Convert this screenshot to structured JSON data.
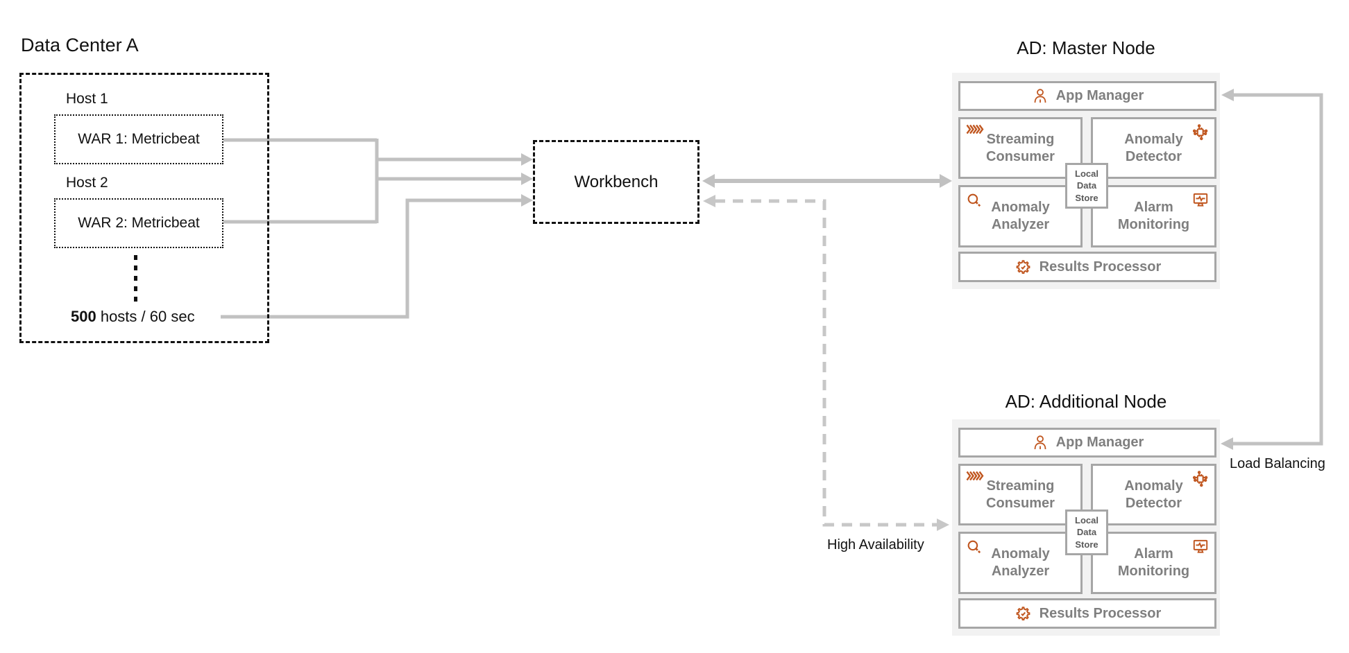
{
  "colors": {
    "background": "#ffffff",
    "line_gray": "#c1c1c1",
    "dashed_line_gray": "#c7c7c7",
    "panel_background": "#f2f2f2",
    "component_border": "#a6a6a6",
    "component_label_gray": "#7f7f7f",
    "icon_orange": "#c0561f",
    "text_black": "#111111"
  },
  "data_center": {
    "title": "Data Center A",
    "hosts": [
      {
        "label": "Host 1",
        "war": "WAR 1: Metricbeat"
      },
      {
        "label": "Host 2",
        "war": "WAR 2: Metricbeat"
      }
    ],
    "rate": {
      "bold": "500",
      "rest": " hosts / 60 sec"
    }
  },
  "workbench": {
    "label": "Workbench"
  },
  "nodes": [
    {
      "title": "AD: Master Node",
      "components": {
        "app_manager": "App Manager",
        "streaming_consumer": "Streaming Consumer",
        "anomaly_detector": "Anomaly Detector",
        "local_data_store": "Local Data Store",
        "anomaly_analyzer": "Anomaly Analyzer",
        "alarm_monitoring": "Alarm Monitoring",
        "results_processor": "Results Processor"
      }
    },
    {
      "title": "AD: Additional Node",
      "components": {
        "app_manager": "App Manager",
        "streaming_consumer": "Streaming Consumer",
        "anomaly_detector": "Anomaly Detector",
        "local_data_store": "Local Data Store",
        "anomaly_analyzer": "Anomaly Analyzer",
        "alarm_monitoring": "Alarm Monitoring",
        "results_processor": "Results Processor"
      }
    }
  ],
  "edges": {
    "load_balancing": "Load Balancing",
    "high_availability": "High Availability"
  },
  "icons": {
    "app_manager": "person-icon",
    "streaming_consumer": "chevrons-icon",
    "anomaly_detector": "chip-icon",
    "anomaly_analyzer": "magnifier-icon",
    "alarm_monitoring": "monitor-pulse-icon",
    "results_processor": "gear-check-icon"
  }
}
